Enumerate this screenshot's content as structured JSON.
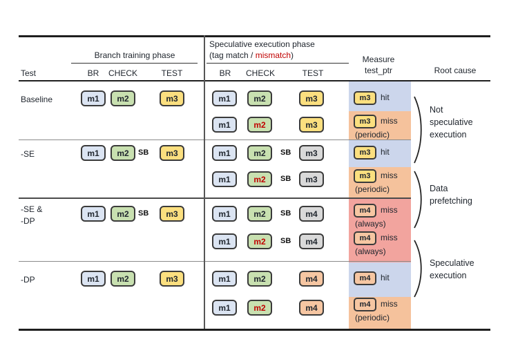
{
  "palette": {
    "m1": "#dbe4f2",
    "m2": "#c8e0b0",
    "m3": "#fbdf7f",
    "m4": "#f6c6a2",
    "gray": "#d9d9d9",
    "box_border": "#3a3a3a",
    "hit_bg": "#ccd6ec",
    "periodic_bg": "#f5c29c",
    "always_bg": "#f2a49e",
    "red": "#c00000",
    "ink": "#20262e"
  },
  "header": {
    "test": "Test",
    "branch_phase": "Branch training phase",
    "spec_phase_title": "Speculative execution phase",
    "spec_phase_sub_pre": "(tag match / ",
    "spec_phase_sub_red": "mismatch",
    "spec_phase_sub_post": ")",
    "measure_l1": "Measure",
    "measure_l2": "test_ptr",
    "root_cause": "Root cause",
    "br": "BR",
    "check": "CHECK",
    "test_col": "TEST"
  },
  "tests": [
    {
      "name": "Baseline"
    },
    {
      "name": "-SE"
    },
    {
      "name_l1": "-SE &",
      "name_l2": "-DP"
    },
    {
      "name": "-DP"
    }
  ],
  "rows": [
    {
      "train": {
        "br": "m1",
        "check": "m2",
        "test": "m3"
      },
      "spec": {
        "br": "m1",
        "check": "m2",
        "test": "m3",
        "mismatch": false
      },
      "measure": {
        "box": "m3",
        "result": "hit",
        "qualifier": ""
      }
    },
    {
      "spec": {
        "br": "m1",
        "check": "m2",
        "test": "m3",
        "mismatch": true
      },
      "measure": {
        "box": "m3",
        "result": "miss",
        "qualifier": "(periodic)"
      }
    },
    {
      "train": {
        "br": "m1",
        "check": "m2",
        "sb": "SB",
        "test": "m3"
      },
      "spec": {
        "br": "m1",
        "check": "m2",
        "sb": "SB",
        "test": "m3",
        "mismatch": false
      },
      "measure": {
        "box": "m3",
        "result": "hit",
        "qualifier": ""
      }
    },
    {
      "spec": {
        "br": "m1",
        "check": "m2",
        "sb": "SB",
        "test": "m3",
        "mismatch": true
      },
      "measure": {
        "box": "m3",
        "result": "miss",
        "qualifier": "(periodic)"
      }
    },
    {
      "train": {
        "br": "m1",
        "check": "m2",
        "sb": "SB",
        "test": "m3"
      },
      "spec": {
        "br": "m1",
        "check": "m2",
        "sb": "SB",
        "test": "m4",
        "mismatch": false
      },
      "measure": {
        "box": "m4",
        "result": "miss",
        "qualifier": "(always)"
      }
    },
    {
      "spec": {
        "br": "m1",
        "check": "m2",
        "sb": "SB",
        "test": "m4",
        "mismatch": true
      },
      "measure": {
        "box": "m4",
        "result": "miss",
        "qualifier": "(always)"
      }
    },
    {
      "train": {
        "br": "m1",
        "check": "m2",
        "test": "m3"
      },
      "spec": {
        "br": "m1",
        "check": "m2",
        "test": "m4",
        "mismatch": false
      },
      "measure": {
        "box": "m4",
        "result": "hit",
        "qualifier": ""
      }
    },
    {
      "spec": {
        "br": "m1",
        "check": "m2",
        "test": "m4",
        "mismatch": true
      },
      "measure": {
        "box": "m4",
        "result": "miss",
        "qualifier": "(periodic)"
      }
    }
  ],
  "root_causes": [
    {
      "lines": [
        "Not",
        "speculative",
        "execution"
      ]
    },
    {
      "lines": [
        "Data",
        "prefetching"
      ]
    },
    {
      "lines": [
        "Speculative",
        "execution"
      ]
    }
  ]
}
